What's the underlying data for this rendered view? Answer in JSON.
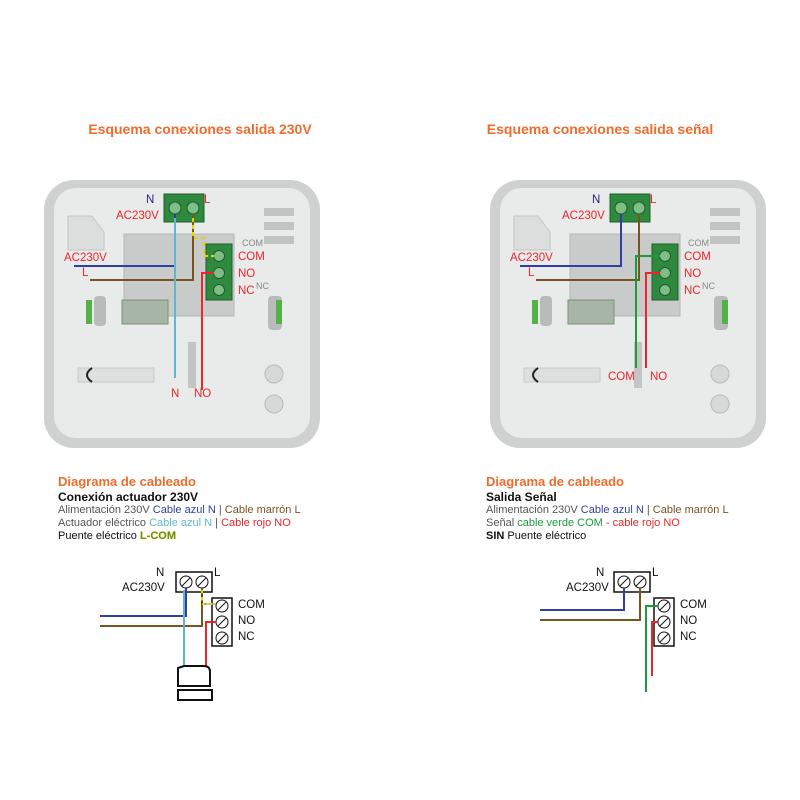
{
  "left": {
    "title": "Esquema conexiones salida 230V",
    "device_labels": {
      "n": "N",
      "l": "L",
      "ac_top": "AC230V",
      "ac_side": "AC230V",
      "l_side": "L",
      "com": "COM",
      "no": "NO",
      "nc": "NC",
      "bottom_n": "N",
      "bottom_no": "NO",
      "print_com": "COM",
      "print_nc": "NC"
    },
    "caption": {
      "title": "Diagrama de cableado",
      "subtitle": "Conexión actuador 230V",
      "row1_prefix": "Alimentación 230V",
      "row1_a": "Cable azul N",
      "row1_sep": "|",
      "row1_b": "Cable marrón L",
      "row2_prefix": "Actuador eléctrico",
      "row2_a": "Cable azul N",
      "row2_sep": "|",
      "row2_b": "Cable rojo NO",
      "row3_prefix": "Puente eléctrico",
      "row3_a": "L-COM"
    },
    "schematic": {
      "n": "N",
      "l": "L",
      "ac": "AC230V",
      "com": "COM",
      "no": "NO",
      "nc": "NC"
    }
  },
  "right": {
    "title": "Esquema conexiones salida señal",
    "device_labels": {
      "n": "N",
      "l": "L",
      "ac_top": "AC230V",
      "ac_side": "AC230V",
      "l_side": "L",
      "com": "COM",
      "no": "NO",
      "nc": "NC",
      "bottom_com": "COM",
      "bottom_no": "NO",
      "print_com": "COM",
      "print_nc": "NC"
    },
    "caption": {
      "title": "Diagrama de cableado",
      "subtitle": "Salida Señal",
      "row1_prefix": "Alimentación 230V",
      "row1_a": "Cable azul N",
      "row1_sep": "|",
      "row1_b": "Cable marrón L",
      "row2_prefix": "Señal",
      "row2_a": "cable verde COM",
      "row2_dash": "-",
      "row2_b": "cable rojo NO",
      "row3_bold": "SIN",
      "row3_rest": "Puente eléctrico"
    },
    "schematic": {
      "n": "N",
      "l": "L",
      "ac": "AC230V",
      "com": "COM",
      "no": "NO",
      "nc": "NC"
    }
  },
  "colors": {
    "title_orange": "#ef6c2b",
    "wire_blue": "#2f3fa4",
    "wire_brown": "#7a5320",
    "wire_red": "#e8262b",
    "wire_green": "#1a9c3c",
    "wire_lightblue": "#5fb7c9",
    "bridge_yellow": "#e6d400",
    "terminal_green": "#2f8a3f"
  }
}
